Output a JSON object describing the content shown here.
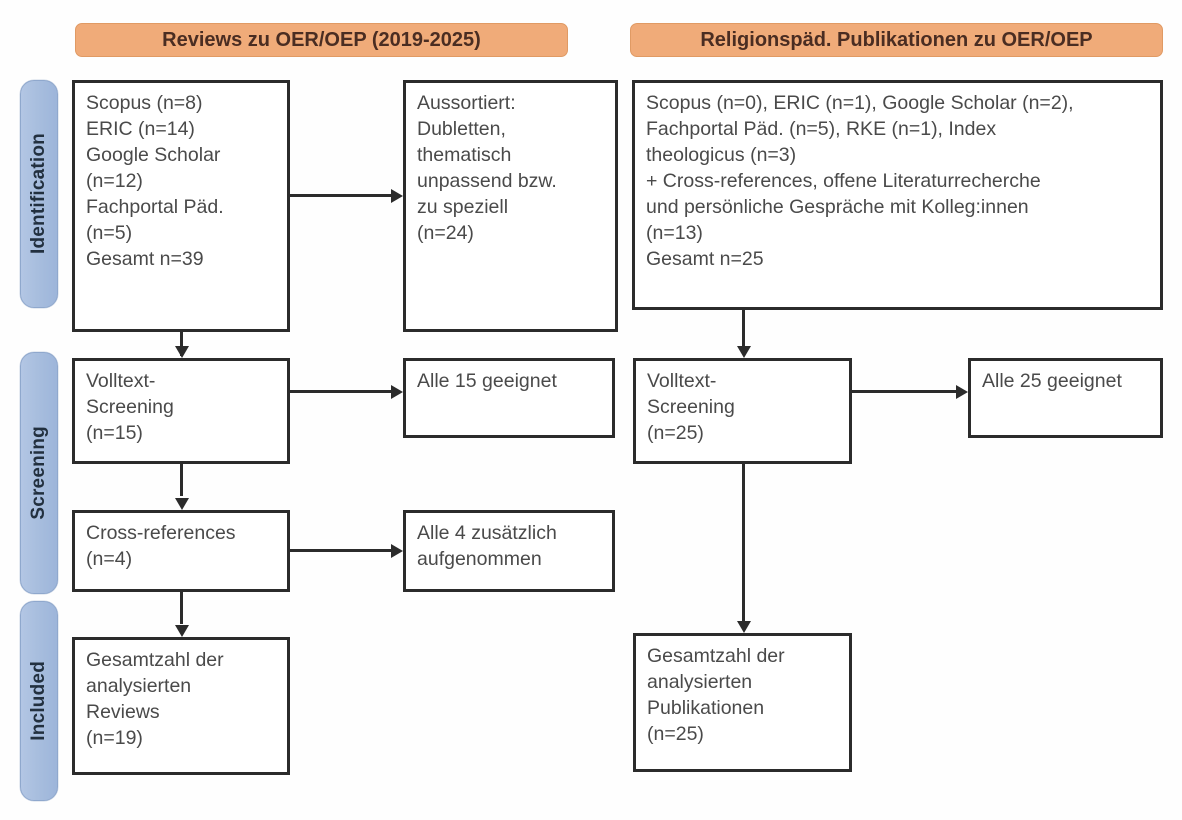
{
  "phases": [
    {
      "label": "Identification"
    },
    {
      "label": "Screening"
    },
    {
      "label": "Included"
    }
  ],
  "columns": {
    "left": {
      "header": "Reviews zu OER/OEP (2019-2025)",
      "sources_box": "Scopus (n=8)\nERIC (n=14)\nGoogle Scholar\n(n=12)\nFachportal Päd.\n(n=5)\nGesamt n=39",
      "excluded_box": "Aussortiert:\nDubletten,\nthematisch\nunpassend bzw.\nzu speziell\n(n=24)",
      "screening_box": "Volltext-\nScreening\n(n=15)",
      "screening_result_box": "Alle 15 geeignet",
      "crossref_box": "Cross-references\n(n=4)",
      "crossref_result_box": "Alle 4 zusätzlich\naufgenommen",
      "included_box": "Gesamtzahl der\nanalysierten\nReviews\n(n=19)"
    },
    "right": {
      "header": "Religionspäd. Publikationen zu OER/OEP",
      "sources_box": "Scopus (n=0), ERIC (n=1), Google Scholar (n=2),\nFachportal Päd. (n=5), RKE (n=1), Index\ntheologicus (n=3)\n+ Cross-references, offene Literaturrecherche\nund persönliche Gespräche mit Kolleg:innen\n(n=13)\nGesamt n=25",
      "screening_box": "Volltext-\nScreening\n(n=25)",
      "screening_result_box": "Alle 25 geeignet",
      "included_box": "Gesamtzahl der\nanalysierten\nPublikationen\n(n=25)"
    }
  },
  "colors": {
    "header_bar": "#f0ab79",
    "phase_tab": "#a8bede",
    "box_border": "#2b2b2b",
    "box_text": "#4a4a4a",
    "header_text": "#4a2d22"
  },
  "chart_data": {
    "type": "table",
    "title": "PRISMA-Flussdiagramm: Literaturauswahl",
    "nodes": [
      {
        "id": "left-sources",
        "phase": "Identification",
        "column": "Reviews zu OER/OEP (2019-2025)",
        "n": 39,
        "breakdown": {
          "Scopus": 8,
          "ERIC": 14,
          "Google Scholar": 12,
          "Fachportal Päd.": 5
        }
      },
      {
        "id": "left-excluded",
        "phase": "Identification",
        "column": "Reviews zu OER/OEP (2019-2025)",
        "n": 24,
        "reason": "Dubletten, thematisch unpassend bzw. zu speziell"
      },
      {
        "id": "left-screening",
        "phase": "Screening",
        "column": "Reviews zu OER/OEP (2019-2025)",
        "n": 15
      },
      {
        "id": "left-screening-result",
        "phase": "Screening",
        "column": "Reviews zu OER/OEP (2019-2025)",
        "n": 15,
        "label": "Alle 15 geeignet"
      },
      {
        "id": "left-crossref",
        "phase": "Screening",
        "column": "Reviews zu OER/OEP (2019-2025)",
        "n": 4
      },
      {
        "id": "left-crossref-result",
        "phase": "Screening",
        "column": "Reviews zu OER/OEP (2019-2025)",
        "n": 4,
        "label": "Alle 4 zusätzlich aufgenommen"
      },
      {
        "id": "left-included",
        "phase": "Included",
        "column": "Reviews zu OER/OEP (2019-2025)",
        "n": 19
      },
      {
        "id": "right-sources",
        "phase": "Identification",
        "column": "Religionspäd. Publikationen zu OER/OEP",
        "n": 25,
        "breakdown": {
          "Scopus": 0,
          "ERIC": 1,
          "Google Scholar": 2,
          "Fachportal Päd.": 5,
          "RKE": 1,
          "Index theologicus": 3,
          "Cross-references / offene Literaturrecherche / persönliche Gespräche": 13
        }
      },
      {
        "id": "right-screening",
        "phase": "Screening",
        "column": "Religionspäd. Publikationen zu OER/OEP",
        "n": 25
      },
      {
        "id": "right-screening-result",
        "phase": "Screening",
        "column": "Religionspäd. Publikationen zu OER/OEP",
        "n": 25,
        "label": "Alle 25 geeignet"
      },
      {
        "id": "right-included",
        "phase": "Included",
        "column": "Religionspäd. Publikationen zu OER/OEP",
        "n": 25
      }
    ],
    "edges": [
      {
        "from": "left-sources",
        "to": "left-excluded",
        "direction": "right"
      },
      {
        "from": "left-sources",
        "to": "left-screening",
        "direction": "down"
      },
      {
        "from": "left-screening",
        "to": "left-screening-result",
        "direction": "right"
      },
      {
        "from": "left-screening",
        "to": "left-crossref",
        "direction": "down"
      },
      {
        "from": "left-crossref",
        "to": "left-crossref-result",
        "direction": "right"
      },
      {
        "from": "left-crossref",
        "to": "left-included",
        "direction": "down"
      },
      {
        "from": "right-sources",
        "to": "right-screening",
        "direction": "down"
      },
      {
        "from": "right-screening",
        "to": "right-screening-result",
        "direction": "right"
      },
      {
        "from": "right-screening",
        "to": "right-included",
        "direction": "down"
      }
    ]
  }
}
